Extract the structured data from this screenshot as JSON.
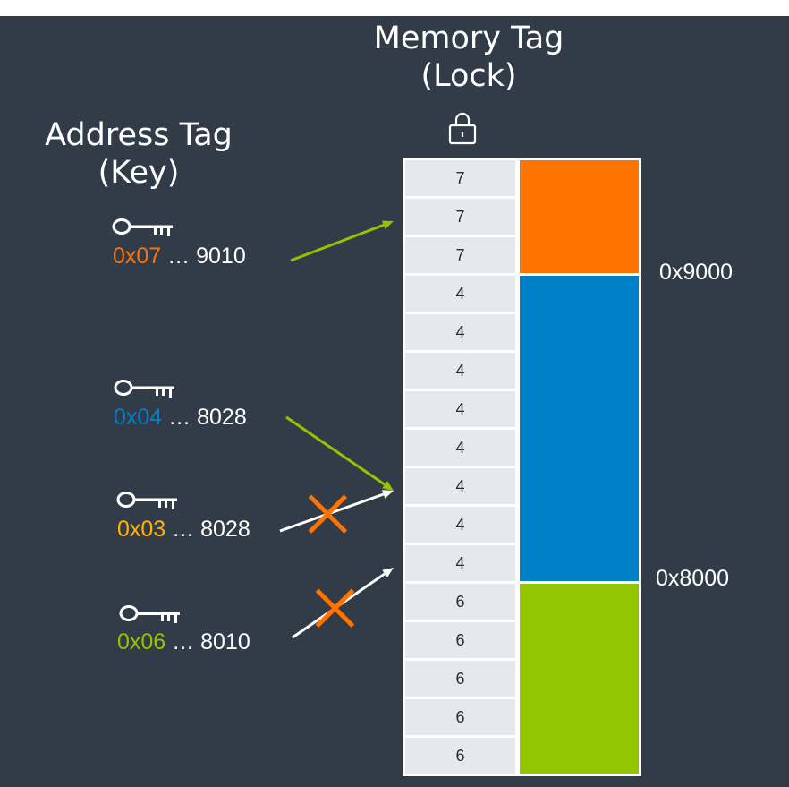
{
  "memory_title": {
    "line1": "Memory Tag",
    "line2": "(Lock)"
  },
  "address_title": {
    "line1": "Address Tag",
    "line2": "(Key)"
  },
  "icons": {
    "lock": "lock-icon",
    "key": "key-icon",
    "cross": "cross-icon"
  },
  "memory_tags": [
    "7",
    "7",
    "7",
    "4",
    "4",
    "4",
    "4",
    "4",
    "4",
    "4",
    "4",
    "6",
    "6",
    "6",
    "6",
    "6"
  ],
  "granules": [
    {
      "tag": "7",
      "color": "#ff7300"
    },
    {
      "tag": "4",
      "color": "#0080c6"
    },
    {
      "tag": "6",
      "color": "#92c400"
    }
  ],
  "address_labels": {
    "upper": "0x9000",
    "lower": "0x8000"
  },
  "pointers": [
    {
      "tag": "0x07",
      "suffix": "… 9010",
      "color": "#ff7300",
      "allowed": true,
      "target_row": 1
    },
    {
      "tag": "0x04",
      "suffix": "… 8028",
      "color": "#0080c6",
      "allowed": true,
      "target_row": 8
    },
    {
      "tag": "0x03",
      "suffix": "… 8028",
      "color": "#ffb400",
      "allowed": false,
      "target_row": 8
    },
    {
      "tag": "0x06",
      "suffix": "… 8010",
      "color": "#92c400",
      "allowed": false,
      "target_row": 10
    }
  ],
  "colors": {
    "background": "#323c48",
    "allowed_arrow": "#92c400",
    "denied_arrow": "#ffffff",
    "cross": "#ff7300",
    "cell": "#e5e9ec"
  }
}
